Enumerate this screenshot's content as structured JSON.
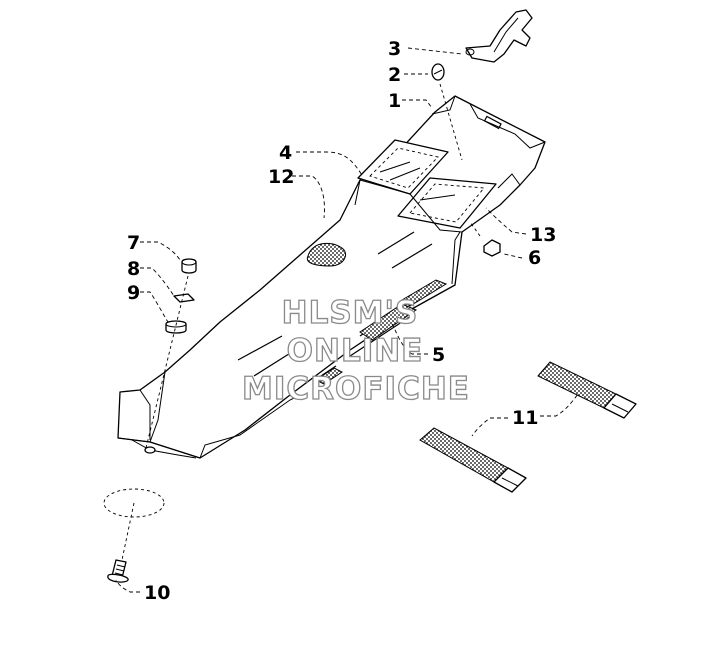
{
  "callouts": [
    {
      "id": "3",
      "text": "3"
    },
    {
      "id": "2",
      "text": "2"
    },
    {
      "id": "1",
      "text": "1"
    },
    {
      "id": "4",
      "text": "4"
    },
    {
      "id": "12",
      "text": "12"
    },
    {
      "id": "13",
      "text": "13"
    },
    {
      "id": "6",
      "text": "6"
    },
    {
      "id": "7",
      "text": "7"
    },
    {
      "id": "8",
      "text": "8"
    },
    {
      "id": "9",
      "text": "9"
    },
    {
      "id": "5",
      "text": "5"
    },
    {
      "id": "11",
      "text": "11"
    },
    {
      "id": "10",
      "text": "10"
    }
  ],
  "watermark": {
    "line1": "HLSM'S",
    "line2": "ONLINE",
    "line3": "MICROFICHE"
  }
}
